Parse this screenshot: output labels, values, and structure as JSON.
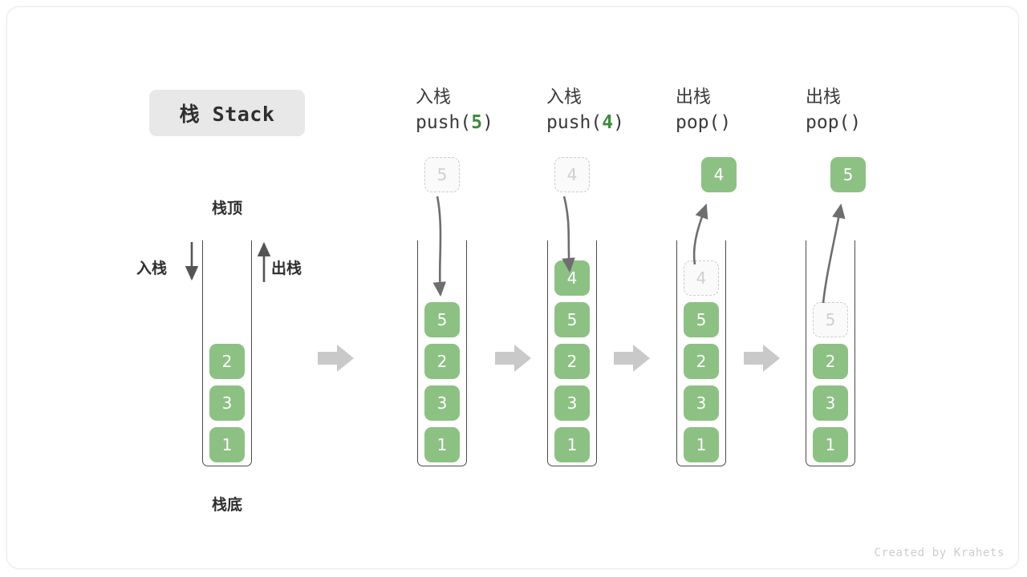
{
  "figure": {
    "title": "栈 Stack",
    "credit": "Created by Krahets",
    "colors": {
      "element_fill": "#8cc183",
      "element_text": "#ffffff",
      "ghost_fill": "#fafafa",
      "ghost_border": "#cdcdcd",
      "ghost_text": "#cfcfcf",
      "container_stroke": "#4a4a4a",
      "block_arrow": "#c9c9c9",
      "curve_arrow": "#6e6e6e",
      "accent_green": "#3f8a3f",
      "title_pill_bg": "#e8e8e8",
      "text": "#2e2e2e"
    }
  },
  "initial": {
    "top_label": "栈顶",
    "bottom_label": "栈底",
    "push_label": "入栈",
    "pop_label": "出栈",
    "elements": [
      "2",
      "3",
      "1"
    ]
  },
  "steps": [
    {
      "op_cn": "入栈",
      "code_prefix": "push(",
      "code_arg": "5",
      "code_suffix": ")",
      "operation": "push",
      "floating": {
        "value": "5",
        "style": "ghost"
      },
      "elements": [
        {
          "value": "5",
          "style": "filled"
        },
        {
          "value": "2",
          "style": "filled"
        },
        {
          "value": "3",
          "style": "filled"
        },
        {
          "value": "1",
          "style": "filled"
        }
      ]
    },
    {
      "op_cn": "入栈",
      "code_prefix": "push(",
      "code_arg": "4",
      "code_suffix": ")",
      "operation": "push",
      "floating": {
        "value": "4",
        "style": "ghost"
      },
      "elements": [
        {
          "value": "4",
          "style": "filled"
        },
        {
          "value": "5",
          "style": "filled"
        },
        {
          "value": "2",
          "style": "filled"
        },
        {
          "value": "3",
          "style": "filled"
        },
        {
          "value": "1",
          "style": "filled"
        }
      ]
    },
    {
      "op_cn": "出栈",
      "code_prefix": "pop(",
      "code_arg": "",
      "code_suffix": ")",
      "operation": "pop",
      "floating": {
        "value": "4",
        "style": "filled"
      },
      "elements": [
        {
          "value": "4",
          "style": "ghost"
        },
        {
          "value": "5",
          "style": "filled"
        },
        {
          "value": "2",
          "style": "filled"
        },
        {
          "value": "3",
          "style": "filled"
        },
        {
          "value": "1",
          "style": "filled"
        }
      ]
    },
    {
      "op_cn": "出栈",
      "code_prefix": "pop(",
      "code_arg": "",
      "code_suffix": ")",
      "operation": "pop",
      "floating": {
        "value": "5",
        "style": "filled"
      },
      "elements": [
        {
          "value": "5",
          "style": "ghost"
        },
        {
          "value": "2",
          "style": "filled"
        },
        {
          "value": "3",
          "style": "filled"
        },
        {
          "value": "1",
          "style": "filled"
        }
      ]
    }
  ],
  "separators": [
    "arrow-right-icon",
    "arrow-right-icon",
    "arrow-right-icon",
    "arrow-right-icon"
  ]
}
